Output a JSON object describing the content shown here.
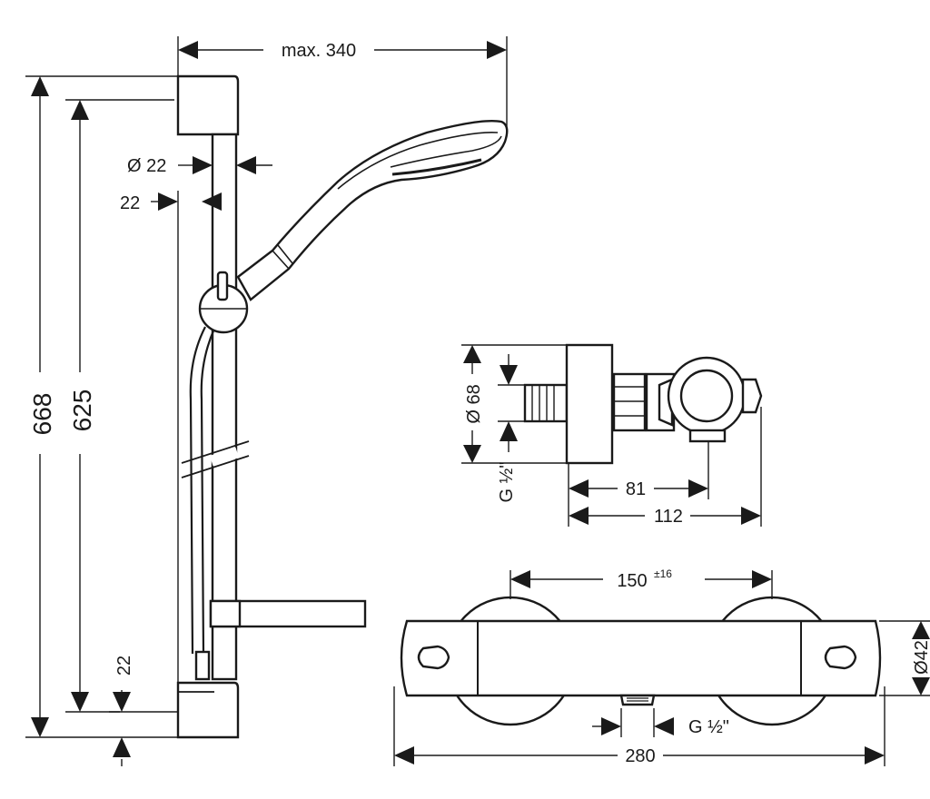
{
  "drawing": {
    "dimensions": {
      "max_width": "max. 340",
      "overall_height": "668",
      "rail_height": "625",
      "rail_diameter": "Ø 22",
      "rail_offset": "22",
      "bottom_offset": "22",
      "outlet_diameter": "Ø 68",
      "thread_side": "G ½\"",
      "depth_short": "81",
      "depth_long": "112",
      "inlet_spacing": "150",
      "inlet_tolerance": "±16",
      "thread_bottom": "G ½\"",
      "body_diameter": "Ø42",
      "body_length": "280"
    }
  },
  "colors": {
    "line": "#1a1a1a",
    "background": "#ffffff"
  }
}
